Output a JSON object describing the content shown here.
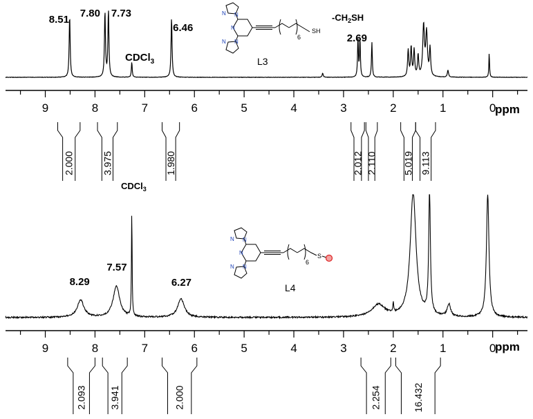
{
  "chart_data": [
    {
      "type": "line",
      "compound": "L3",
      "x_unit": "ppm",
      "xlim": [
        9.8,
        -0.7
      ],
      "x_ticks": [
        "9",
        "8",
        "7",
        "6",
        "5",
        "4",
        "3",
        "2",
        "1",
        "0"
      ],
      "peaks": [
        {
          "ppm": 8.51,
          "height": 0.88,
          "width": 0.012,
          "label": "8.51"
        },
        {
          "ppm": 7.8,
          "height": 0.93,
          "width": 0.012,
          "label": "7.80"
        },
        {
          "ppm": 7.73,
          "height": 0.95,
          "width": 0.012,
          "label": "7.73"
        },
        {
          "ppm": 7.26,
          "height": 0.22,
          "width": 0.01,
          "label": "CDCl3"
        },
        {
          "ppm": 6.46,
          "height": 0.85,
          "width": 0.012,
          "label": "6.46"
        },
        {
          "ppm": 3.42,
          "height": 0.06,
          "width": 0.012,
          "label": ""
        },
        {
          "ppm": 2.71,
          "height": 0.55,
          "width": 0.01,
          "label": "2.69"
        },
        {
          "ppm": 2.67,
          "height": 0.55,
          "width": 0.01,
          "label": ""
        },
        {
          "ppm": 2.43,
          "height": 0.5,
          "width": 0.01,
          "label": ""
        },
        {
          "ppm": 1.7,
          "height": 0.38,
          "width": 0.014,
          "label": ""
        },
        {
          "ppm": 1.64,
          "height": 0.42,
          "width": 0.014,
          "label": ""
        },
        {
          "ppm": 1.58,
          "height": 0.38,
          "width": 0.014,
          "label": ""
        },
        {
          "ppm": 1.5,
          "height": 0.3,
          "width": 0.014,
          "label": ""
        },
        {
          "ppm": 1.39,
          "height": 0.72,
          "width": 0.02,
          "label": ""
        },
        {
          "ppm": 1.33,
          "height": 0.62,
          "width": 0.02,
          "label": ""
        },
        {
          "ppm": 1.26,
          "height": 0.4,
          "width": 0.014,
          "label": ""
        },
        {
          "ppm": 0.9,
          "height": 0.1,
          "width": 0.014,
          "label": ""
        },
        {
          "ppm": 0.07,
          "height": 0.35,
          "width": 0.008,
          "label": ""
        }
      ],
      "annotations": {
        "ch2sh_prefix": "-CH",
        "ch2sh_sub": "2",
        "ch2sh_suffix": "SH",
        "solvent_main": "CDCl",
        "solvent_sub": "3"
      },
      "integrals": [
        {
          "from": 8.75,
          "to": 8.3,
          "value": "2.000"
        },
        {
          "from": 7.95,
          "to": 7.55,
          "value": "3.975"
        },
        {
          "from": 6.65,
          "to": 6.3,
          "value": "1.980"
        },
        {
          "from": 2.85,
          "to": 2.58,
          "value": "2.012"
        },
        {
          "from": 2.55,
          "to": 2.32,
          "value": "2.110"
        },
        {
          "from": 1.85,
          "to": 1.55,
          "value": "5.019"
        },
        {
          "from": 1.55,
          "to": 1.15,
          "value": "9.113"
        }
      ],
      "structure_labels": {
        "alkyl_repeat": "6",
        "terminal": "SH"
      }
    },
    {
      "type": "line",
      "compound": "L4",
      "x_unit": "ppm",
      "xlim": [
        9.8,
        -0.7
      ],
      "x_ticks": [
        "9",
        "8",
        "7",
        "6",
        "5",
        "4",
        "3",
        "2",
        "1",
        "0"
      ],
      "peaks": [
        {
          "ppm": 8.29,
          "height": 0.14,
          "width": 0.08,
          "label": "8.29"
        },
        {
          "ppm": 7.57,
          "height": 0.25,
          "width": 0.08,
          "label": "7.57"
        },
        {
          "ppm": 7.26,
          "height": 0.85,
          "width": 0.008,
          "label": "CDCl3"
        },
        {
          "ppm": 6.27,
          "height": 0.15,
          "width": 0.08,
          "label": "6.27"
        },
        {
          "ppm": 2.3,
          "height": 0.1,
          "width": 0.16,
          "label": ""
        },
        {
          "ppm": 2.0,
          "height": 0.08,
          "width": 0.01,
          "label": ""
        },
        {
          "ppm": 1.6,
          "height": 1.0,
          "width": 0.07,
          "label": ""
        },
        {
          "ppm": 1.27,
          "height": 1.0,
          "width": 0.02,
          "label": ""
        },
        {
          "ppm": 0.88,
          "height": 0.1,
          "width": 0.04,
          "label": ""
        },
        {
          "ppm": 0.1,
          "height": 1.0,
          "width": 0.03,
          "label": ""
        }
      ],
      "annotations": {
        "solvent_main": "CDCl",
        "solvent_sub": "3"
      },
      "integrals": [
        {
          "from": 8.55,
          "to": 8.0,
          "value": "2.093"
        },
        {
          "from": 7.85,
          "to": 7.35,
          "value": "3.941"
        },
        {
          "from": 6.65,
          "to": 5.95,
          "value": "2.000"
        },
        {
          "from": 2.65,
          "to": 2.05,
          "value": "2.254"
        },
        {
          "from": 1.95,
          "to": 1.05,
          "value": "16.432"
        }
      ],
      "structure_labels": {
        "alkyl_repeat": "6",
        "terminal": "S"
      }
    }
  ]
}
